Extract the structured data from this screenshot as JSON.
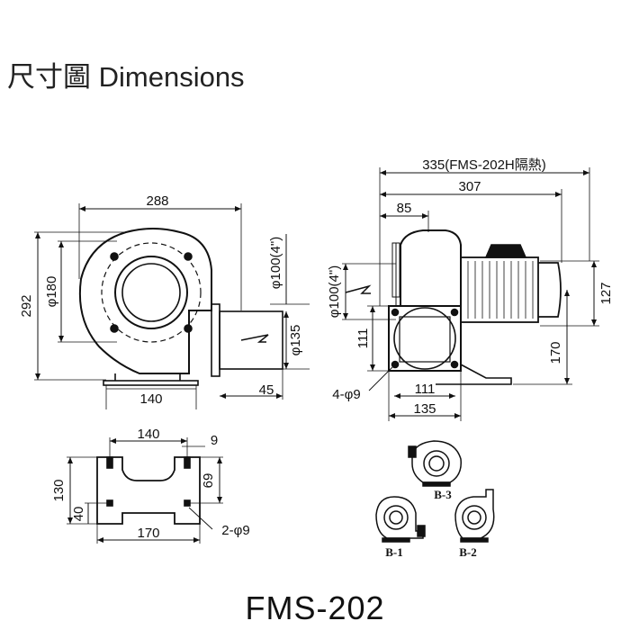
{
  "title": "尺寸圖 Dimensions",
  "model": "FMS-202",
  "front_view": {
    "width_288": "288",
    "height_292": "292",
    "dia_180": "φ180",
    "outlet_dia": "φ100(4\")",
    "outlet_135": "φ135",
    "base_140": "140",
    "offset_45": "45"
  },
  "side_view": {
    "total_335": "335(FMS-202H隔熱)",
    "total_307": "307",
    "offset_85": "85",
    "inlet_dia": "φ100(4\")",
    "height_127": "127",
    "height_170": "170",
    "height_111": "111",
    "width_111": "111",
    "width_135": "135",
    "holes": "4-φ9"
  },
  "base_view": {
    "width_140": "140",
    "slot_9": "9",
    "height_130": "130",
    "height_69": "69",
    "height_40": "40",
    "width_170": "170",
    "holes": "2-φ9"
  },
  "orientations": {
    "b1": "B-1",
    "b2": "B-2",
    "b3": "B-3"
  }
}
